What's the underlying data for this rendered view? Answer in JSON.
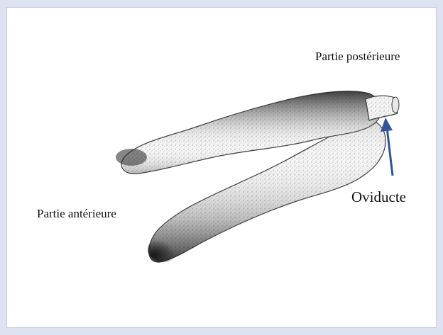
{
  "labels": {
    "posterior": "Partie postérieure",
    "oviduct": "Oviducte",
    "anterior": "Partie antérieure"
  },
  "colors": {
    "background_frame": "#dde3f0",
    "panel": "#ffffff",
    "arrow": "#2f5597",
    "organ_dark": "#2a2a2a",
    "organ_light": "#f4f4f4",
    "text": "#111111"
  }
}
